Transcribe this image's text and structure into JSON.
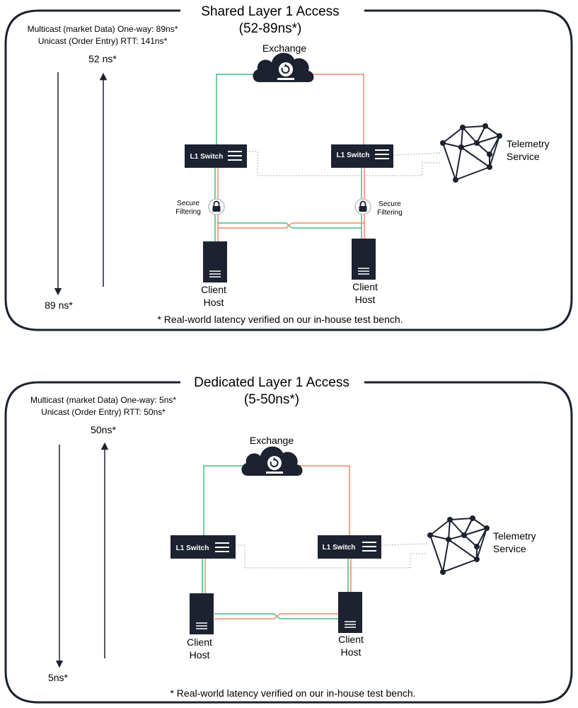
{
  "colors": {
    "dark": "#1d2230",
    "green": "#3fbf7f",
    "orange": "#f08a63",
    "gray": "#bdbdbd"
  },
  "panels": [
    {
      "title": "Shared Layer 1 Access",
      "range": "(52-89ns*)",
      "stats": [
        "Multicast (market Data) One-way: 89ns*",
        "Unicast (Order Entry) RTT: 141ns*"
      ],
      "up_value": "52 ns*",
      "down_value": "89 ns*",
      "exchange": "Exchange",
      "switch_left": "L1 Switch",
      "switch_right": "L1 Switch",
      "filter_left": [
        "Secure",
        "Filtering"
      ],
      "filter_right": [
        "Secure",
        "Filtering"
      ],
      "host_left": [
        "Client",
        "Host"
      ],
      "host_right": [
        "Client",
        "Host"
      ],
      "telemetry": [
        "Telemetry",
        "Service"
      ],
      "footnote": "* Real-world latency verified on our in-house test bench."
    },
    {
      "title": "Dedicated Layer 1 Access",
      "range": "(5-50ns*)",
      "stats": [
        "Multicast (market Data) One-way: 5ns*",
        "Unicast (Order Entry) RTT: 50ns*"
      ],
      "up_value": "50ns*",
      "down_value": "5ns*",
      "exchange": "Exchange",
      "switch_left": "L1 Switch",
      "switch_right": "L1 Switch",
      "host_left": [
        "Client",
        "Host"
      ],
      "host_right": [
        "Client",
        "Host"
      ],
      "telemetry": [
        "Telemetry",
        "Service"
      ],
      "footnote": "* Real-world latency verified on our in-house test bench."
    }
  ]
}
